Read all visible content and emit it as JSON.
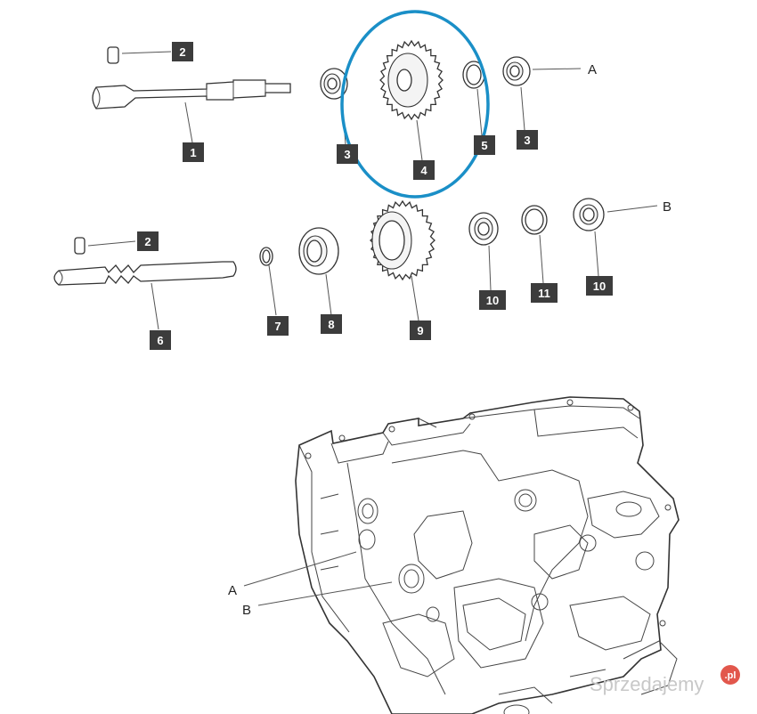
{
  "callouts": [
    {
      "id": "c1",
      "text": "2"
    },
    {
      "id": "c2",
      "text": "1"
    },
    {
      "id": "c3",
      "text": "3"
    },
    {
      "id": "c4",
      "text": "4"
    },
    {
      "id": "c5",
      "text": "5"
    },
    {
      "id": "c6",
      "text": "3"
    },
    {
      "id": "c7",
      "text": "2"
    },
    {
      "id": "c8",
      "text": "6"
    },
    {
      "id": "c9",
      "text": "7"
    },
    {
      "id": "c10",
      "text": "8"
    },
    {
      "id": "c11",
      "text": "9"
    },
    {
      "id": "c12",
      "text": "10"
    },
    {
      "id": "c13",
      "text": "11"
    },
    {
      "id": "c14",
      "text": "10"
    }
  ],
  "references": [
    {
      "id": "r1",
      "text": "A"
    },
    {
      "id": "r2",
      "text": "B"
    },
    {
      "id": "r3",
      "text": "A"
    },
    {
      "id": "r4",
      "text": "B"
    }
  ],
  "watermark": {
    "text": "Sprzedajemy",
    "badge": ".pl"
  },
  "colors": {
    "highlight": "#1a8fc7",
    "tag_bg": "#3c3c3c",
    "tag_text": "#ffffff",
    "line": "#333333"
  }
}
